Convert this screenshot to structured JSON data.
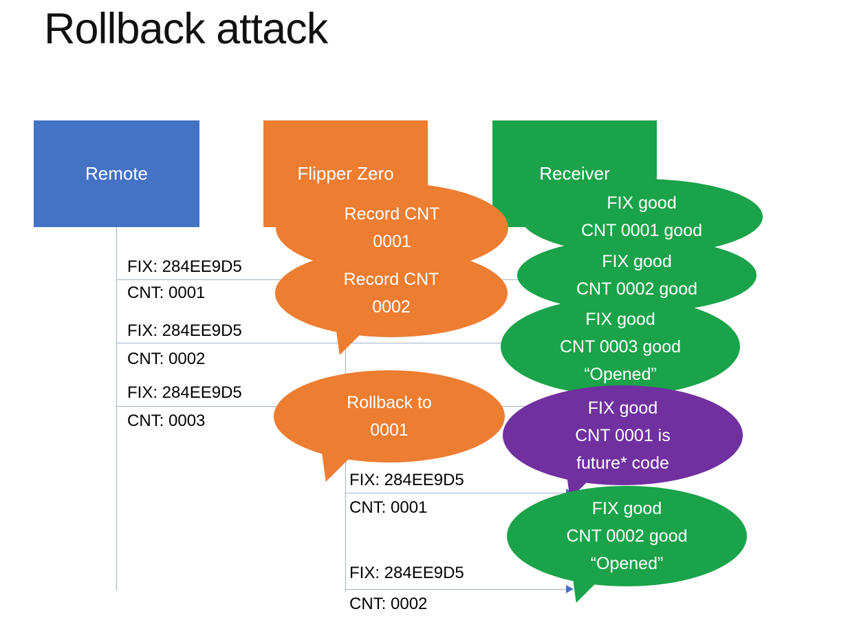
{
  "title": "Rollback attack",
  "colors": {
    "remote_blue": "#4472C4",
    "flipper_orange": "#ED7D31",
    "receiver_green": "#1AA34A",
    "rollback_purple": "#7030A0",
    "connector_line": "#9DB2C8",
    "arrowhead_blue": "#4472C4",
    "text_on_fill": "#FFFFFF",
    "label_text": "#000000"
  },
  "actors": [
    {
      "label": "Remote"
    },
    {
      "label": "Flipper Zero"
    },
    {
      "label": "Receiver"
    }
  ],
  "messages": [
    {
      "from": "Remote",
      "to": "Receiver",
      "fix": "FIX: 284EE9D5",
      "cnt": "CNT: 0001"
    },
    {
      "from": "Remote",
      "to": "Receiver",
      "fix": "FIX: 284EE9D5",
      "cnt": "CNT: 0002"
    },
    {
      "from": "Remote",
      "to": "Receiver",
      "fix": "FIX: 284EE9D5",
      "cnt": "CNT: 0003"
    },
    {
      "from": "Flipper Zero",
      "to": "Receiver",
      "fix": "FIX: 284EE9D5",
      "cnt": "CNT: 0001"
    },
    {
      "from": "Flipper Zero",
      "to": "Receiver",
      "fix": "FIX: 284EE9D5",
      "cnt": "CNT: 0002"
    }
  ],
  "callouts": [
    {
      "speaker": "Flipper Zero",
      "color": "#ED7D31",
      "lines": [
        "Record CNT",
        "0001"
      ]
    },
    {
      "speaker": "Receiver",
      "color": "#1AA34A",
      "lines": [
        "FIX good",
        "CNT 0001 good"
      ]
    },
    {
      "speaker": "Flipper Zero",
      "color": "#ED7D31",
      "lines": [
        "Record CNT",
        "0002"
      ]
    },
    {
      "speaker": "Receiver",
      "color": "#1AA34A",
      "lines": [
        "FIX good",
        "CNT 0002 good"
      ]
    },
    {
      "speaker": "Receiver",
      "color": "#1AA34A",
      "lines": [
        "FIX good",
        "CNT 0003 good",
        "“Opened”"
      ]
    },
    {
      "speaker": "Flipper Zero",
      "color": "#ED7D31",
      "lines": [
        "Rollback to",
        "0001"
      ]
    },
    {
      "speaker": "Receiver",
      "color": "#7030A0",
      "lines": [
        "FIX good",
        "CNT 0001 is",
        "future* code"
      ]
    },
    {
      "speaker": "Receiver",
      "color": "#1AA34A",
      "lines": [
        "FIX good",
        "CNT 0002 good",
        "“Opened”"
      ]
    }
  ]
}
